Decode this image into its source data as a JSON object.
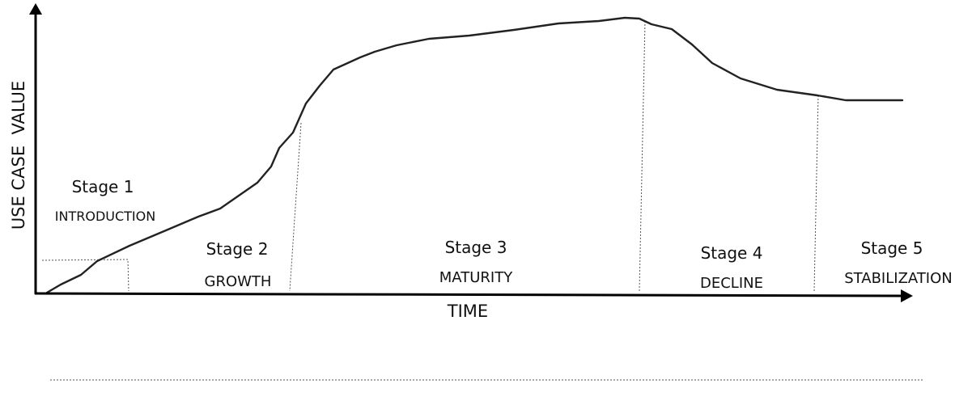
{
  "axes": {
    "y_label": "USE CASE  VALUE",
    "x_label": "TIME"
  },
  "stages": [
    {
      "number": "Stage 1",
      "name": "INTRODUCTION"
    },
    {
      "number": "Stage 2",
      "name": "GROWTH"
    },
    {
      "number": "Stage 3",
      "name": "MATURITY"
    },
    {
      "number": "Stage 4",
      "name": "DECLINE"
    },
    {
      "number": "Stage 5",
      "name": "STABILIZATION"
    }
  ]
}
